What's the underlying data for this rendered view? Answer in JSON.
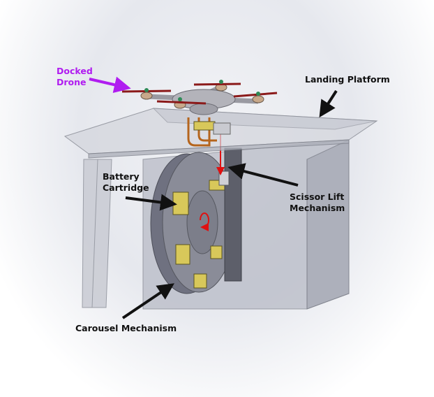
{
  "labels": {
    "docked_drone": [
      "Docked",
      "Drone"
    ],
    "landing_platform": "Landing Platform",
    "battery_cartridge": [
      "Battery",
      "Cartridge"
    ],
    "scissor_lift": [
      "Scissor Lift",
      "Mechanism"
    ],
    "carousel": "Carousel Mechanism"
  },
  "colors": {
    "drone_label": "#b01cf0",
    "arrow": "#111111",
    "drop_arrow": "#e01010",
    "propeller": "#8b1a1a",
    "battery": "#d8c85a"
  }
}
